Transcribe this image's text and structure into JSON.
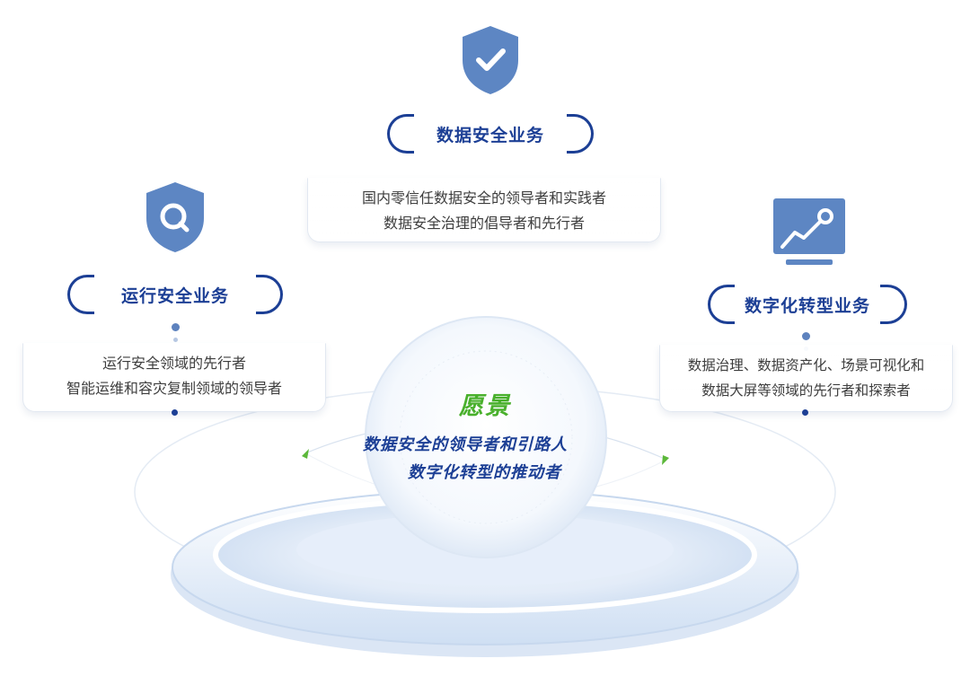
{
  "data_security": {
    "title": "数据安全业务",
    "line1": "国内零信任数据安全的领导者和实践者",
    "line2": "数据安全治理的倡导者和先行者",
    "icon": "shield-check-icon"
  },
  "ops_security": {
    "title": "运行安全业务",
    "line1": "运行安全领域的先行者",
    "line2": "智能运维和容灾复制领域的领导者",
    "icon": "shield-search-icon"
  },
  "digital": {
    "title": "数字化转型业务",
    "line1": "数据治理、数据资产化、场景可视化和",
    "line2": "数据大屏等领域的先行者和探索者",
    "icon": "monitor-chart-icon"
  },
  "vision": {
    "title": "愿景",
    "line1": "数据安全的领导者和引路人",
    "line2": "数字化转型的推动者"
  },
  "colors": {
    "navy": "#1c3f95",
    "icon_blue": "#5d86c3",
    "green": "#49b02c",
    "text": "#3d3d3d"
  }
}
